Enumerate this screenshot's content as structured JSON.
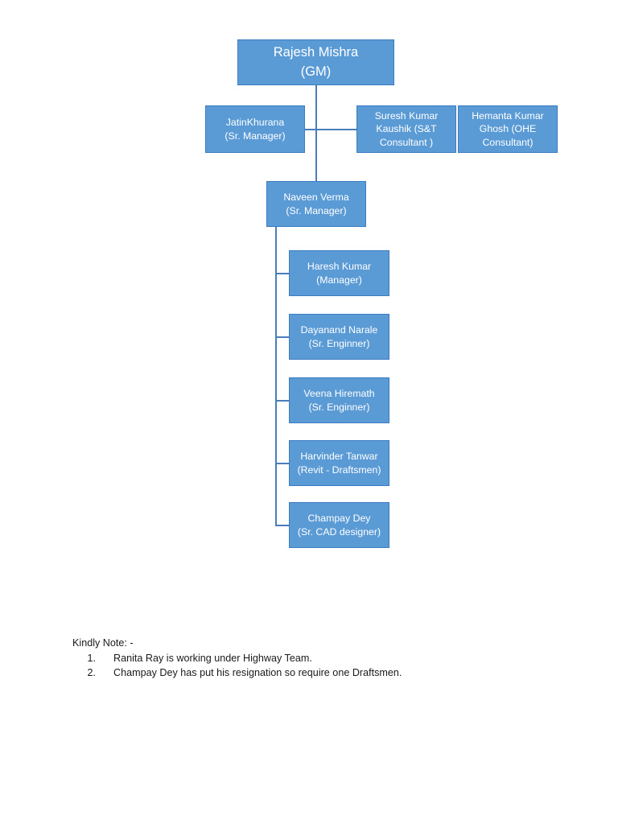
{
  "document": {
    "type": "organization-chart",
    "background_color": "#ffffff"
  },
  "theme": {
    "node_fill": "#5b9bd5",
    "node_border": "#3d7cc0",
    "node_text": "#ffffff",
    "connector": "#4a7ebb",
    "note_text": "#1a1a1a"
  },
  "chart": {
    "root": {
      "name": "Rajesh Mishra",
      "title": "(GM)"
    },
    "row2": [
      {
        "name": "JatinKhurana",
        "title": "(Sr. Manager)"
      },
      {
        "name": "Suresh Kumar",
        "title_line1": "Kaushik (S&T",
        "title_line2": "Consultant )"
      },
      {
        "name": "Hemanta Kumar",
        "title_line1": "Ghosh (OHE",
        "title_line2": "Consultant)"
      }
    ],
    "manager": {
      "name": "Naveen Verma",
      "title": "(Sr. Manager)"
    },
    "reports": [
      {
        "name": "Haresh Kumar",
        "title": "(Manager)"
      },
      {
        "name": "Dayanand Narale",
        "title": "(Sr. Enginner)"
      },
      {
        "name": "Veena Hiremath",
        "title": "(Sr. Enginner)"
      },
      {
        "name": "Harvinder Tanwar",
        "title": "(Revit - Draftsmen)"
      },
      {
        "name": "Champay Dey",
        "title": "(Sr. CAD designer)"
      }
    ]
  },
  "notes": {
    "heading": "Kindly Note: -",
    "items": [
      {
        "number": "1.",
        "text": "Ranita Ray is working under Highway Team."
      },
      {
        "number": "2.",
        "text": "Champay Dey has put his resignation so require one Draftsmen."
      }
    ]
  }
}
